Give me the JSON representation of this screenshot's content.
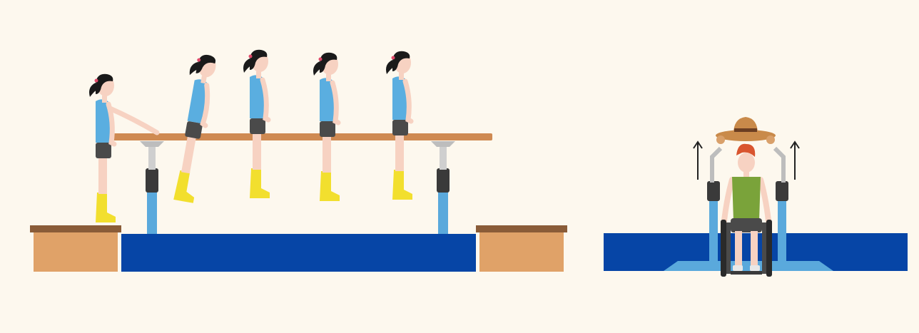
{
  "scene": {
    "panels": [
      {
        "id": "parallel-bars-walk",
        "figure_count": 5
      },
      {
        "id": "wheelchair-lift",
        "figure_count": 1
      }
    ]
  },
  "colors": {
    "background": "#fdf8ee",
    "mat_blue": "#0645a6",
    "step_box": "#e0a268",
    "step_top": "#8a5c38",
    "rail_wood": "#cf8a52",
    "post_steel": "#cfcfcf",
    "post_blue": "#5aa9dc",
    "post_dark": "#3a3a3a",
    "shirt_blue": "#5aaee0",
    "shorts_grey": "#4a4a4a",
    "boot_yellow": "#f2df2e",
    "skin": "#f7d2c2",
    "hair_black": "#1a1a1a",
    "hair_red": "#d9552f",
    "shirt_green": "#7aa33a",
    "hat_brown": "#c98a4a"
  },
  "icons": [
    "arrow-up-icon",
    "arrow-up-icon",
    "hat-icon",
    "wheelchair-icon"
  ]
}
